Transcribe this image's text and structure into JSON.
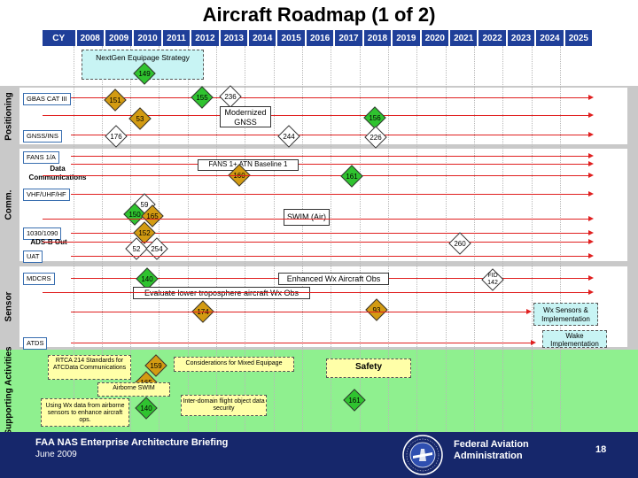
{
  "title": "Aircraft Roadmap (1 of 2)",
  "years": [
    "CY",
    "2008",
    "2009",
    "2010",
    "2011",
    "2012",
    "2013",
    "2014",
    "2015",
    "2016",
    "2017",
    "2018",
    "2019",
    "2020",
    "2021",
    "2022",
    "2023",
    "2024",
    "2025"
  ],
  "sections": {
    "positioning": "Positioning",
    "comm": "Comm.",
    "sensor": "Sensor",
    "supporting": "Supporting Activities"
  },
  "nextgen": {
    "label": "NextGen Equipage Strategy",
    "milestone": "149"
  },
  "row_labels": {
    "gbas": "GBAS CAT III",
    "gnss": "GNSS/INS",
    "fans1a": "FANS 1/A",
    "vhf": "VHF/UHF/HF",
    "r1030": "1030/1090",
    "uat": "UAT",
    "mdcrs": "MDCRS",
    "atds": "ATDS"
  },
  "plain_labels": {
    "datacomm": "Data Communications",
    "adsb": "ADS-B Out"
  },
  "boxes": {
    "mod_gnss": "Modernized GNSS",
    "fans_atn": "FANS 1+ ATN Baseline 1",
    "swim": "SWIM (Air)",
    "enh_wx": "Enhanced Wx Aircraft Obs",
    "eval": "Evaluate lower troposphere aircraft Wx Obs",
    "wx_sensors": "Wx Sensors & Implementation",
    "wake": "Wake Implementation"
  },
  "support": {
    "rtca": "RTCA 214 Standards for ATCData Communications",
    "mixed": "Considerations for Mixed Equipage",
    "safety": "Safety",
    "airborne_swim": "Airborne SWIM",
    "interdomain": "Inter-domain flight object data security",
    "using_wx": "Using Wx data from airborne sensors to enhance aircraft ops."
  },
  "milestones": {
    "m151": "151",
    "m155": "155",
    "m236": "236",
    "m53": "53",
    "m156": "156",
    "m176": "176",
    "m244": "244",
    "m226": "226",
    "m160": "160",
    "m161a": "161",
    "m59": "59",
    "m150": "150",
    "m165": "165",
    "m152": "152",
    "m52": "52",
    "m254": "254",
    "m260": "260",
    "m140a": "140",
    "m142": "FID 142",
    "m174": "174",
    "m93": "93",
    "m159": "159",
    "m165b": "165",
    "m140b": "140",
    "m161b": "161"
  },
  "footer": {
    "title": "FAA NAS Enterprise Architecture Briefing",
    "date": "June 2009",
    "org_line1": "Federal Aviation",
    "org_line2": "Administration",
    "page": "18"
  },
  "colors": {
    "header_blue": "#1f3f99",
    "footer_navy": "#16276b",
    "band_gray": "#c9c9c9",
    "band_green": "#8ff08f",
    "arrow_red": "#e02020",
    "milestone_green": "#2fc32f",
    "milestone_gold": "#d39b12"
  }
}
